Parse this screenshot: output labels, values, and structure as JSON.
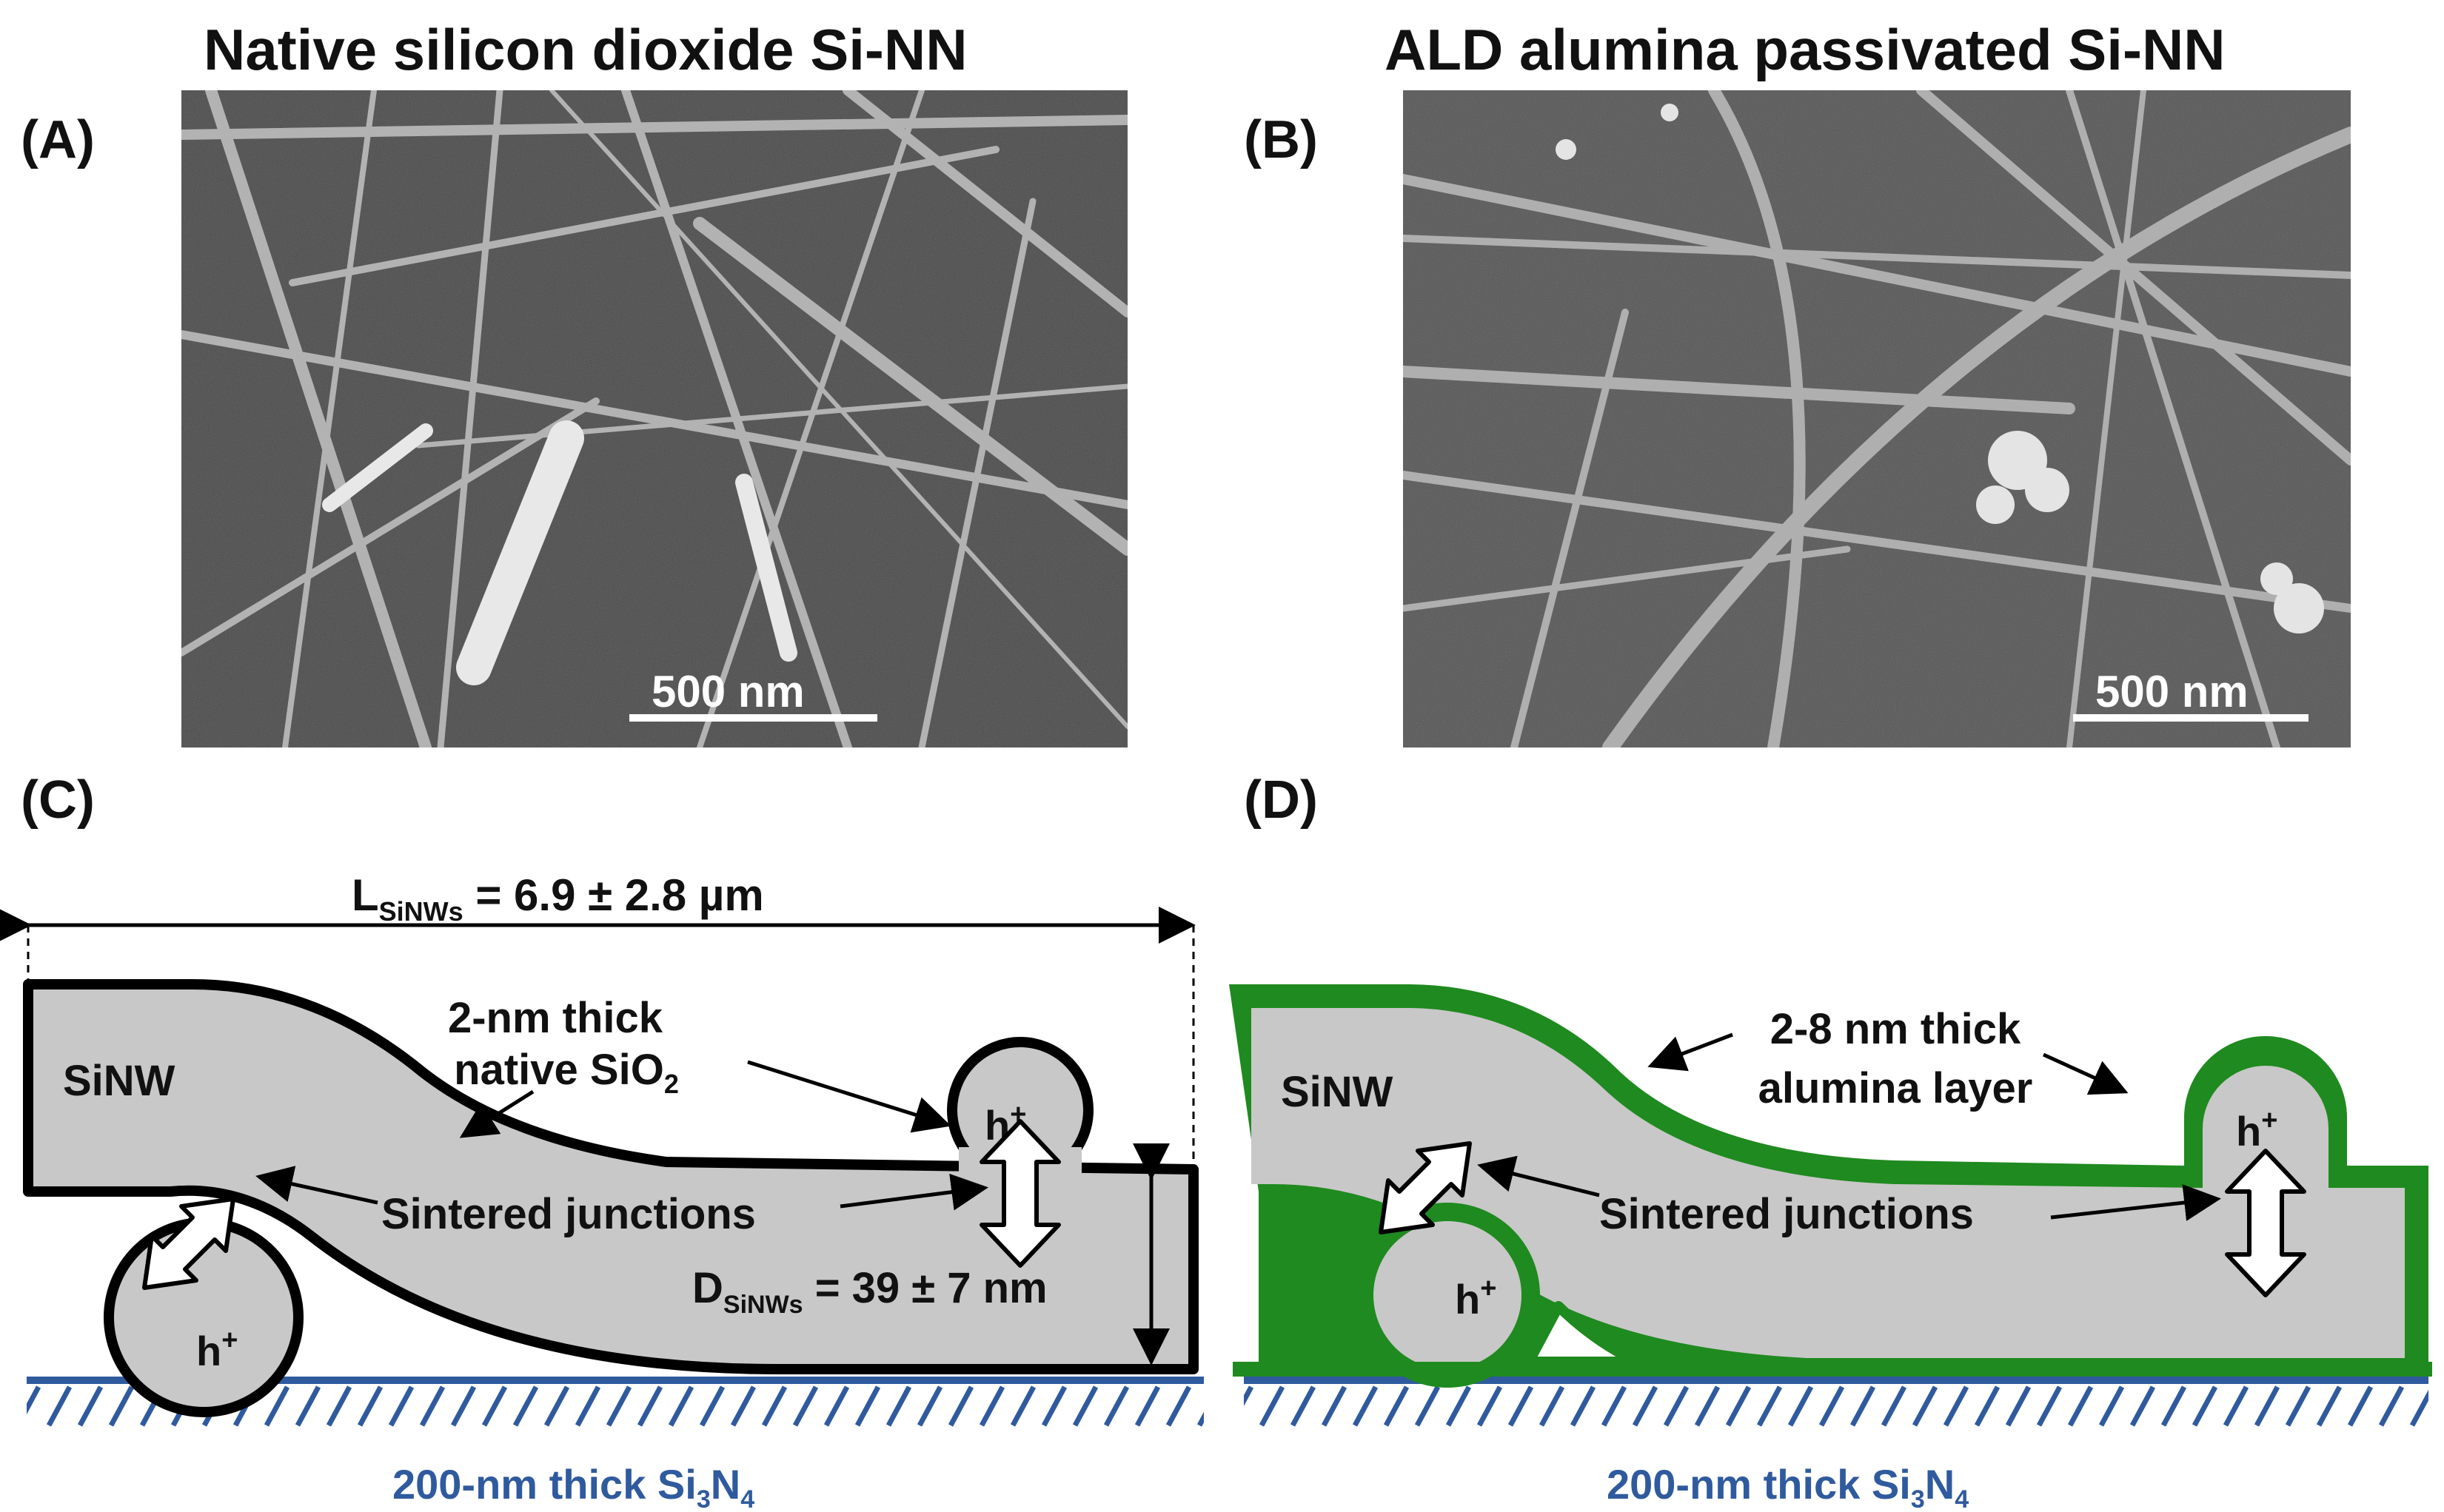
{
  "panel_a": {
    "label": "(A)",
    "title": "Native silicon dioxide Si-NN",
    "scale_bar": "500 nm"
  },
  "panel_b": {
    "label": "(B)",
    "title": "ALD alumina passivated Si-NN",
    "scale_bar": "500 nm"
  },
  "panel_c": {
    "label": "(C)",
    "length_main": "L",
    "length_sub": "SiNWs",
    "length_value": " = 6.9 ± 2.8 µm",
    "sinw": "SiNW",
    "oxide_line1": "2-nm thick",
    "oxide_line2_main": "native SiO",
    "oxide_line2_sub": "2",
    "carrier": "h",
    "carrier_sup": "+",
    "junctions": "Sintered junctions",
    "diam_main": "D",
    "diam_sub": "SiNWs",
    "diam_value": " = 39 ± 7 nm",
    "substrate_main": "200-nm thick Si",
    "substrate_sub1": "3",
    "substrate_mid": "N",
    "substrate_sub2": "4"
  },
  "panel_d": {
    "label": "(D)",
    "sinw": "SiNW",
    "layer_line1": "2-8 nm thick",
    "layer_line2": "alumina layer",
    "carrier": "h",
    "carrier_sup": "+",
    "junctions": "Sintered junctions",
    "substrate_main": "200-nm thick Si",
    "substrate_sub1": "3",
    "substrate_mid": "N",
    "substrate_sub2": "4"
  },
  "colors": {
    "nanowire_fill": "#c8c8c8",
    "oxide_outline": "#000000",
    "alumina_outline": "#1f8a1f",
    "substrate": "#2f5a9e",
    "sem_background": "#4a4a4a"
  }
}
